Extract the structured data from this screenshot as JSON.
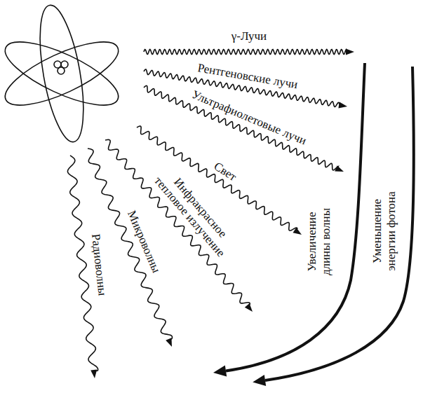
{
  "diagram": {
    "labels": [
      "γ-Лучи",
      "Рентгеновские лучи",
      "Ультрафиолетовые лучи",
      "Свет",
      "Инфракрасное тепловое излучение",
      "Микроволны",
      "Радиоволны",
      "Увеличение длины волны",
      "Уменьшение энергии фотона"
    ]
  }
}
